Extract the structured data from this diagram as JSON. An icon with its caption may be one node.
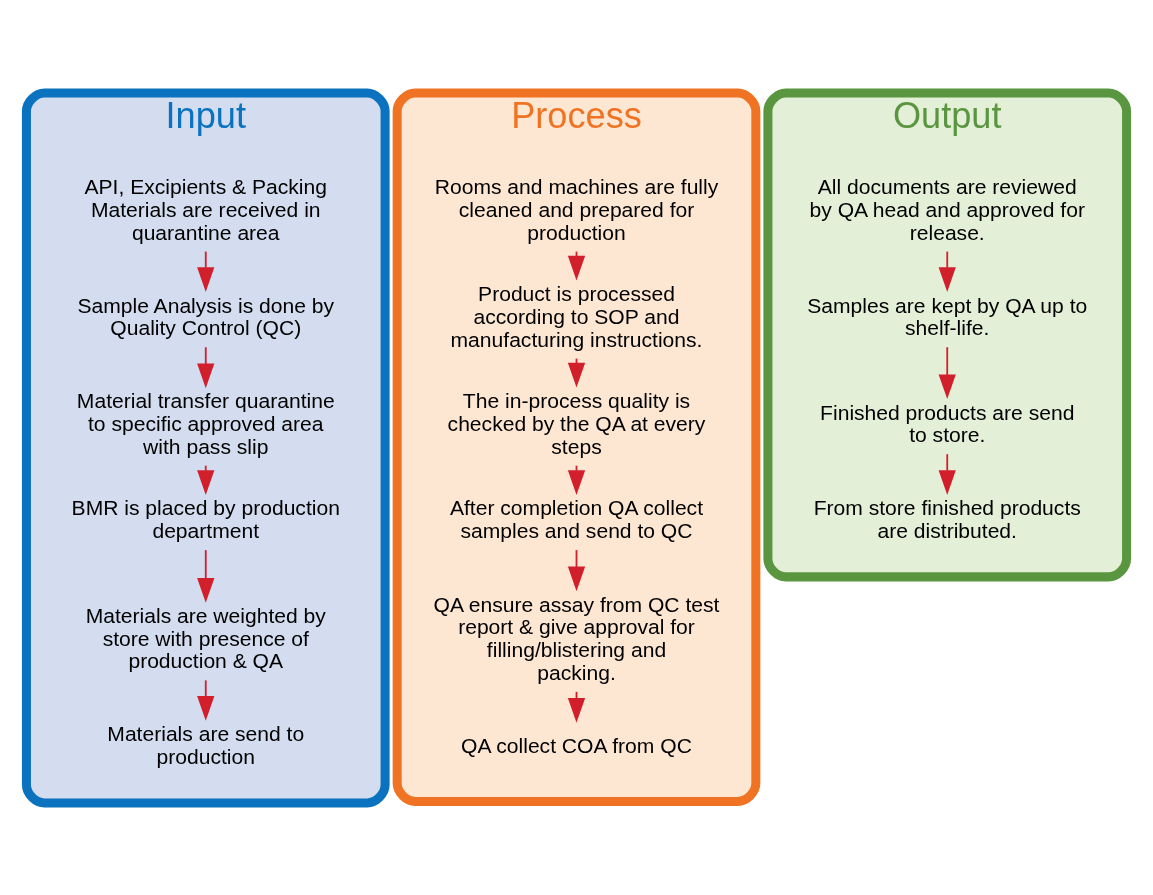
{
  "diagram": {
    "nodes": [
      {
        "text": [
          "Input"
        ]
      },
      {
        "text": [
          "API, Excipients & Packing Materials are received in quarantine area"
        ],
        "in": 0
      },
      {
        "text": [
          "Sample Analysis is done by Quality Control (QC)"
        ],
        "in": 0
      },
      {
        "text": [
          "Material transfer quarantine to specific approved area with pass slip"
        ],
        "in": 0
      },
      {
        "text": [
          "BMR is placed by production department"
        ],
        "in": 0
      },
      {
        "text": [
          "Materials are weighted by store with presence of production & QA"
        ],
        "in": 0
      },
      {
        "text": [
          "Materials are send to production"
        ],
        "in": 0
      },
      {
        "text": [
          "Process"
        ]
      },
      {
        "text": [
          "Rooms and machines are fully cleaned and prepared for production"
        ],
        "in": 7
      },
      {
        "text": [
          "Product is processed according to SOP and manufacturing instructions."
        ],
        "in": 7
      },
      {
        "text": [
          "The in-process quality is checked by the QA at every steps"
        ],
        "in": 7
      },
      {
        "text": [
          "After completion QA collect samples and send to QC"
        ],
        "in": 7
      },
      {
        "text": [
          "QA ensure assay from QC test report & give approval for filling/blistering and packing."
        ],
        "in": 7
      },
      {
        "text": [
          "QA collect COA from QC"
        ],
        "in": 7
      },
      {
        "text": [
          "Output"
        ]
      },
      {
        "text": [
          "All documents are reviewed by QA head and approved for release."
        ],
        "in": 14
      },
      {
        "text": [
          "Samples are kept by QA up to shelf-life."
        ],
        "in": 14
      },
      {
        "text": [
          "Finished products are send to store."
        ],
        "in": 14
      },
      {
        "text": [
          "From store finished products are distributed."
        ],
        "in": 14
      }
    ],
    "edges": [
      {
        "from": 1,
        "to": 2,
        "arrow": "to"
      },
      {
        "from": 2,
        "to": 3,
        "arrow": "to"
      },
      {
        "from": 3,
        "to": 4,
        "arrow": "to"
      },
      {
        "from": 4,
        "to": 5,
        "arrow": "to"
      },
      {
        "from": 5,
        "to": 6,
        "arrow": "to"
      },
      {
        "from": 8,
        "to": 9,
        "arrow": "to"
      },
      {
        "from": 9,
        "to": 10,
        "arrow": "to"
      },
      {
        "from": 10,
        "to": 11,
        "arrow": "to"
      },
      {
        "from": 11,
        "to": 12,
        "arrow": "to"
      },
      {
        "from": 12,
        "to": 13,
        "arrow": "to"
      },
      {
        "from": 15,
        "to": 16,
        "arrow": "to"
      },
      {
        "from": 16,
        "to": 17,
        "arrow": "to"
      },
      {
        "from": 17,
        "to": 18,
        "arrow": "to"
      }
    ]
  }
}
